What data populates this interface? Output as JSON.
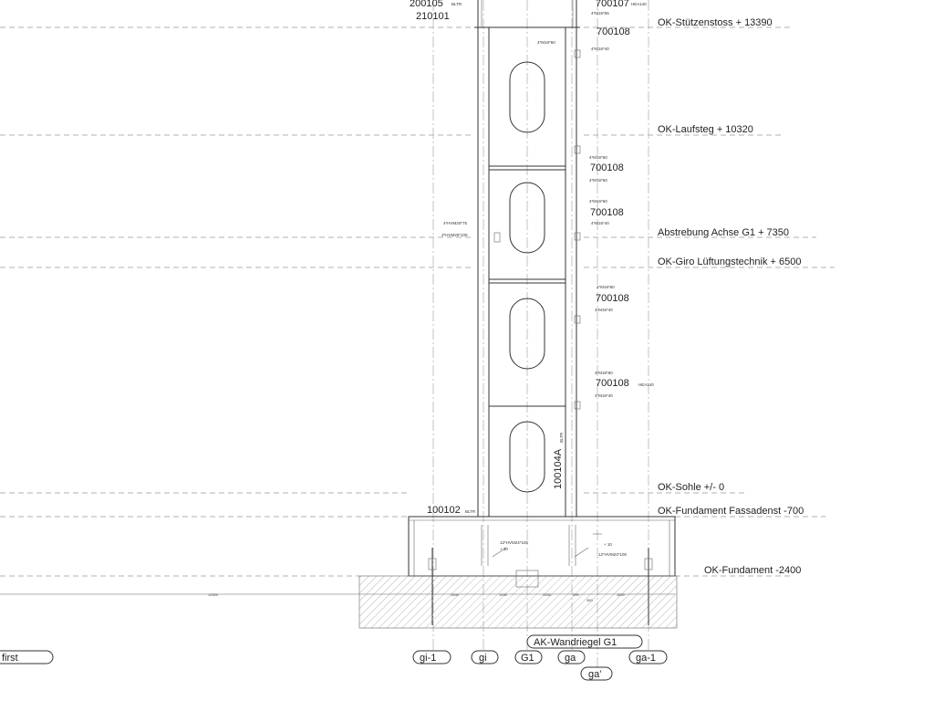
{
  "levels": [
    {
      "label": "OK-Stützenstoss + 13390"
    },
    {
      "label": "OK-Laufsteg + 10320"
    },
    {
      "label": "Abstrebung Achse G1 + 7350"
    },
    {
      "label": "OK-Giro Lüftungstechnik + 6500"
    },
    {
      "label": "OK-Sohle +/- 0"
    },
    {
      "label": "OK-Fundament Fassadenst -700"
    },
    {
      "label": "OK-Fundament -2400"
    }
  ],
  "part_numbers": {
    "top_left_1": "200105",
    "top_left_2": "210101",
    "top_right_1": "700107",
    "top_right_2": "700108",
    "right_2": "700108",
    "right_3": "700108",
    "right_4": "700108",
    "right_5": "700108",
    "column": "100104A",
    "base": "100102"
  },
  "small_notes": {
    "bltr": "BLTR",
    "hea140": "HEA140",
    "m16_55": "4*M16*55",
    "m16_60": "4*M16*60",
    "m16_40": "4*M16*40",
    "m16_50": "4*M16*50",
    "hvm20_75": "4*HVM20*75",
    "hvm20_100": "2*HVM20*100",
    "hvm24_100": "12*HVM24*100",
    "plus10": "+ 10"
  },
  "dimensions": {
    "d12500": "12500",
    "d1500a": "1500",
    "d1250a": "1250",
    "d1250b": "1250",
    "d390": "390",
    "d360": "360",
    "d1500b": "1500"
  },
  "axes": {
    "ak_label": "AK-Wandriegel  G1",
    "gi_1": "gi-1",
    "gi": "gi",
    "g1": "G1",
    "ga": "ga",
    "ga_1": "ga-1",
    "ga_prime": "ga'",
    "left_partial": "first"
  }
}
